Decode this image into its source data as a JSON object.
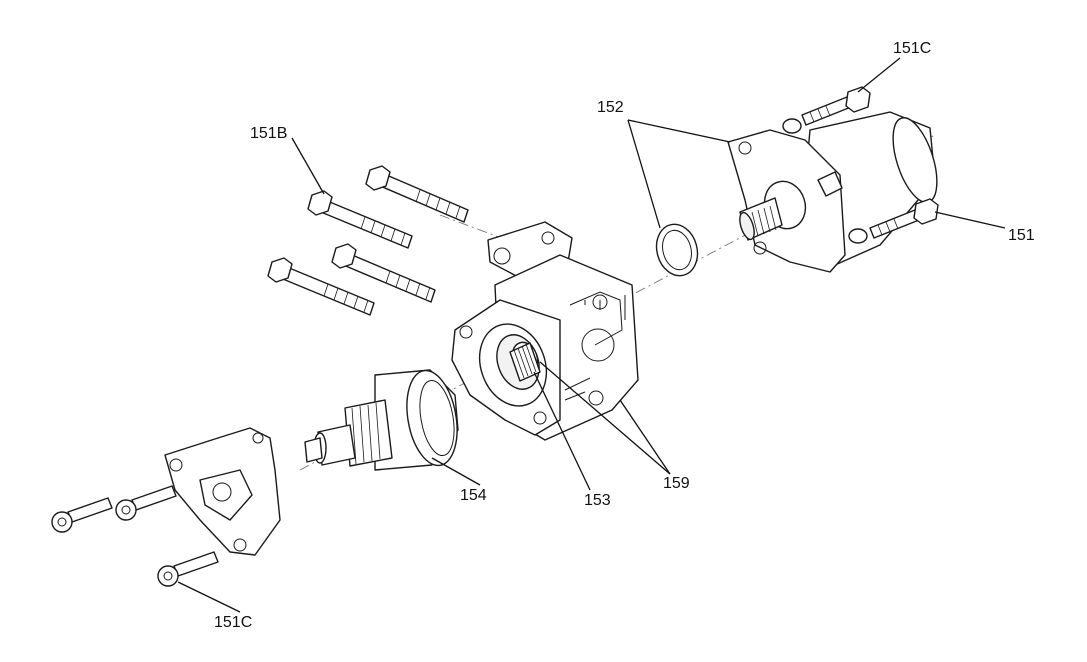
{
  "callouts": {
    "c151": "151",
    "c151b": "151B",
    "c151c_top": "151C",
    "c151c_bottom": "151C",
    "c152": "152",
    "c153": "153",
    "c154": "154",
    "c159": "159"
  },
  "colors": {
    "line": "#1a1a1a",
    "background": "#ffffff"
  }
}
